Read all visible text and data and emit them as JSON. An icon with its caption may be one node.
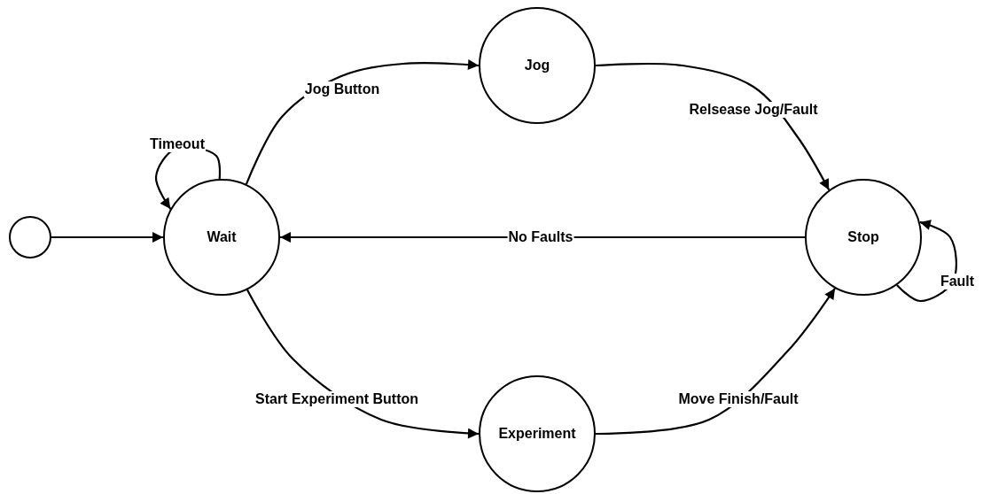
{
  "diagram": {
    "nodes": [
      {
        "text": [],
        "shape": "circle"
      },
      {
        "text": [
          "Wait"
        ]
      },
      {
        "text": [
          "Jog"
        ]
      },
      {
        "text": [
          "Stop"
        ]
      },
      {
        "text": [
          "Experiment"
        ]
      }
    ],
    "edges": [
      {
        "from": 0,
        "to": 1,
        "arrow": "to"
      },
      {
        "from": 1,
        "to": 1,
        "arrow": "to",
        "label": "Timeout"
      },
      {
        "from": 1,
        "to": 2,
        "arrow": "to",
        "label": "Jog Button"
      },
      {
        "from": 2,
        "to": 3,
        "arrow": "to",
        "label": "Relsease Jog/Fault"
      },
      {
        "from": 3,
        "to": 1,
        "arrow": "to",
        "label": "No Faults"
      },
      {
        "from": 3,
        "to": 3,
        "arrow": "to",
        "label": "Fault"
      },
      {
        "from": 1,
        "to": 4,
        "arrow": "to",
        "label": "Start Experiment Button"
      },
      {
        "from": 4,
        "to": 3,
        "arrow": "to",
        "label": "Move Finish/Fault"
      }
    ]
  }
}
